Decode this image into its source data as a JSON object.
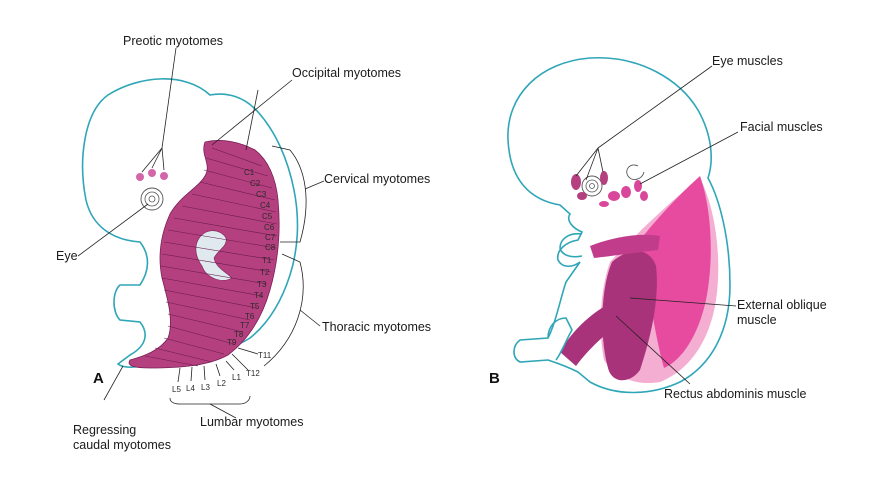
{
  "panel_a": {
    "letter": "A",
    "labels": {
      "preotic": "Preotic myotomes",
      "occipital": "Occipital myotomes",
      "cervical": "Cervical myotomes",
      "eye": "Eye",
      "thoracic": "Thoracic myotomes",
      "regressing_line1": "Regressing",
      "regressing_line2": "caudal myotomes",
      "lumbar": "Lumbar myotomes"
    },
    "segments": {
      "cervical": [
        "C1",
        "C2",
        "C3",
        "C4",
        "C5",
        "C6",
        "C7",
        "C8"
      ],
      "thoracic": [
        "T1",
        "T2",
        "T3",
        "T4",
        "T5",
        "T6",
        "T7",
        "T8",
        "T9"
      ],
      "lower_thoracic": [
        "T11",
        "T12"
      ],
      "lumbar": [
        "L5",
        "L4",
        "L3",
        "L2",
        "L1"
      ]
    }
  },
  "panel_b": {
    "letter": "B",
    "labels": {
      "eye_muscles": "Eye muscles",
      "facial_muscles": "Facial muscles",
      "external_oblique_line1": "External oblique",
      "external_oblique_line2": "muscle",
      "rectus": "Rectus abdominis muscle"
    }
  },
  "colors": {
    "outline": "#2fa6b8",
    "myotome": "#b5407f",
    "myotome_light": "#e07bb4",
    "muscle_pink": "#e64ba0",
    "muscle_pale": "#f4aed2",
    "muscle_dark": "#a8337a"
  }
}
